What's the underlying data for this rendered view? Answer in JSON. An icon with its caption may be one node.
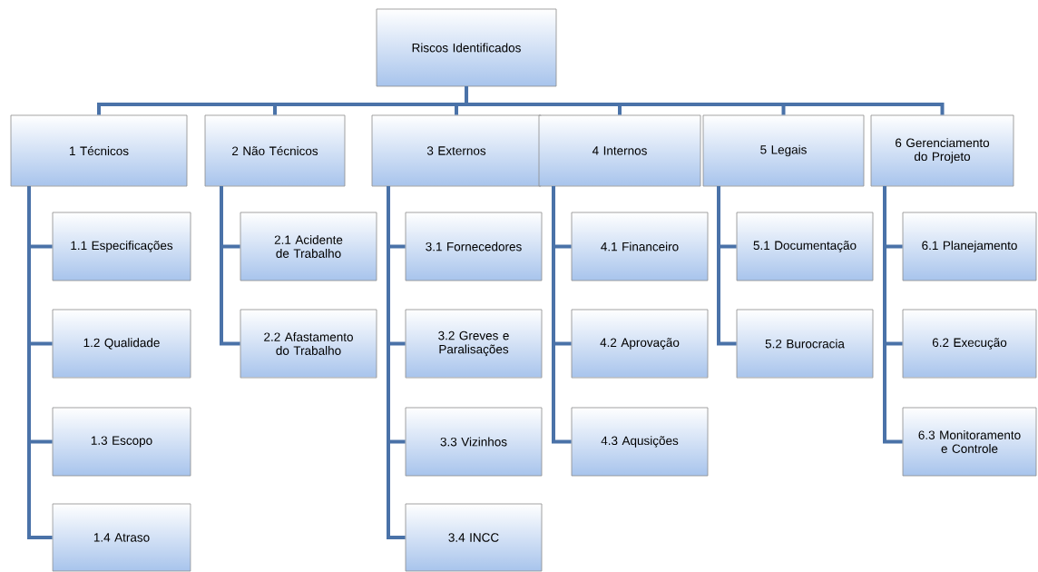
{
  "diagram": {
    "nodes": [
      {
        "text": [
          "Riscos Identificados"
        ]
      },
      {
        "text": [
          "1 Técnicos"
        ]
      },
      {
        "text": [
          "1.1 Especificações"
        ]
      },
      {
        "text": [
          "1.2 Qualidade"
        ]
      },
      {
        "text": [
          "1.3 Escopo"
        ]
      },
      {
        "text": [
          "1.4 Atraso"
        ]
      },
      {
        "text": [
          "2 Não Técnicos"
        ]
      },
      {
        "text": [
          "2.1 Acidente de Trabalho"
        ]
      },
      {
        "text": [
          "2.2 Afastamento do Trabalho"
        ]
      },
      {
        "text": [
          "3 Externos"
        ]
      },
      {
        "text": [
          "3.1 Fornecedores"
        ]
      },
      {
        "text": [
          "3.2 Greves e Paralisações"
        ]
      },
      {
        "text": [
          "3.3 Vizinhos"
        ]
      },
      {
        "text": [
          "3.4 INCC"
        ]
      },
      {
        "text": [
          "4 Internos"
        ]
      },
      {
        "text": [
          "4.1 Financeiro"
        ]
      },
      {
        "text": [
          "4.2 Aprovação"
        ]
      },
      {
        "text": [
          "4.3 Aqusições"
        ]
      },
      {
        "text": [
          "5 Legais"
        ]
      },
      {
        "text": [
          "5.1 Documentação"
        ]
      },
      {
        "text": [
          "5.2 Burocracia"
        ]
      },
      {
        "text": [
          "6 Gerenciamento do Projeto"
        ]
      },
      {
        "text": [
          "6.1 Planejamento"
        ]
      },
      {
        "text": [
          "6.2 Execução"
        ]
      },
      {
        "text": [
          "6.3 Monitoramento e Controle"
        ]
      }
    ],
    "edges": [
      {
        "from": 0,
        "to": 1,
        "arrow": "none"
      },
      {
        "from": 0,
        "to": 6,
        "arrow": "none"
      },
      {
        "from": 0,
        "to": 9,
        "arrow": "none"
      },
      {
        "from": 0,
        "to": 14,
        "arrow": "none"
      },
      {
        "from": 0,
        "to": 18,
        "arrow": "none"
      },
      {
        "from": 0,
        "to": 21,
        "arrow": "none"
      },
      {
        "from": 1,
        "to": 2,
        "arrow": "none"
      },
      {
        "from": 1,
        "to": 3,
        "arrow": "none"
      },
      {
        "from": 1,
        "to": 4,
        "arrow": "none"
      },
      {
        "from": 1,
        "to": 5,
        "arrow": "none"
      },
      {
        "from": 6,
        "to": 7,
        "arrow": "none"
      },
      {
        "from": 6,
        "to": 8,
        "arrow": "none"
      },
      {
        "from": 9,
        "to": 10,
        "arrow": "none"
      },
      {
        "from": 9,
        "to": 11,
        "arrow": "none"
      },
      {
        "from": 9,
        "to": 12,
        "arrow": "none"
      },
      {
        "from": 9,
        "to": 13,
        "arrow": "none"
      },
      {
        "from": 14,
        "to": 15,
        "arrow": "none"
      },
      {
        "from": 14,
        "to": 16,
        "arrow": "none"
      },
      {
        "from": 14,
        "to": 17,
        "arrow": "none"
      },
      {
        "from": 18,
        "to": 19,
        "arrow": "none"
      },
      {
        "from": 18,
        "to": 20,
        "arrow": "none"
      },
      {
        "from": 21,
        "to": 22,
        "arrow": "none"
      },
      {
        "from": 21,
        "to": 23,
        "arrow": "none"
      },
      {
        "from": 21,
        "to": 24,
        "arrow": "none"
      }
    ]
  }
}
